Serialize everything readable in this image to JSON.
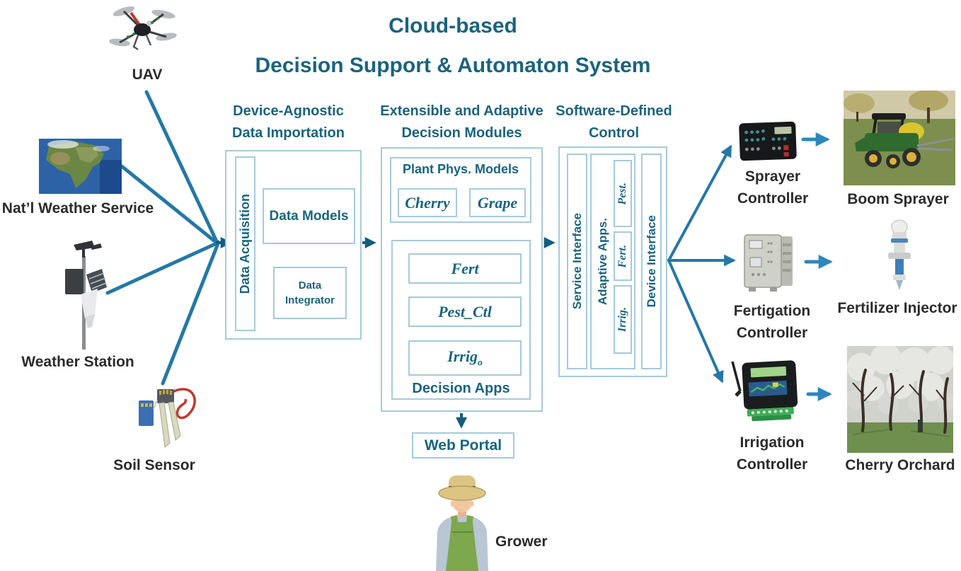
{
  "title": {
    "line1": "Cloud-based",
    "line2": "Decision Support & Automaton System"
  },
  "pipeline": {
    "importation": {
      "header": "Device-Agnostic\nData Importation",
      "data_acquisition": "Data Acquisition",
      "data_models": "Data Models",
      "data_integrator": "Data\nIntegrator"
    },
    "decision": {
      "header": "Extensible and Adaptive\nDecision Modules",
      "plant_models_title": "Plant Phys. Models",
      "cherry": "Cherry",
      "grape": "Grape",
      "apps": {
        "fert": "Fert",
        "pest_ctl": "Pest_Ctl",
        "irrig": "Irrig",
        "irrig_sub": "o"
      },
      "apps_label": "Decision Apps",
      "web_portal": "Web Portal"
    },
    "control": {
      "header": "Software-Defined\nControl",
      "service_interface": "Service Interface",
      "adaptive_apps": "Adaptive Apps.",
      "adaptive_items": {
        "pest": "Pest.",
        "fert": "Fert.",
        "irrig": "Irrig."
      },
      "device_interface": "Device Interface"
    }
  },
  "sources": {
    "uav": "UAV",
    "weather_service": "Nat’l Weather Service",
    "weather_station": "Weather Station",
    "soil_sensor": "Soil Sensor"
  },
  "actuation": {
    "sprayer_controller": "Sprayer\nController",
    "boom_sprayer": "Boom Sprayer",
    "fertigation_controller": "Fertigation\nController",
    "fertilizer_injector": "Fertilizer Injector",
    "irrigation_controller": "Irrigation\nController",
    "cherry_orchard": "Cherry Orchard"
  },
  "grower_label": "Grower",
  "colors": {
    "accent_teal": "#19647F",
    "box_border": "#A5CADD",
    "connector_blue": "#2478A6",
    "arrow_dark": "#135E7E",
    "device_arrow_blue": "#2E86BD",
    "label_black": "#2B2B2B"
  }
}
